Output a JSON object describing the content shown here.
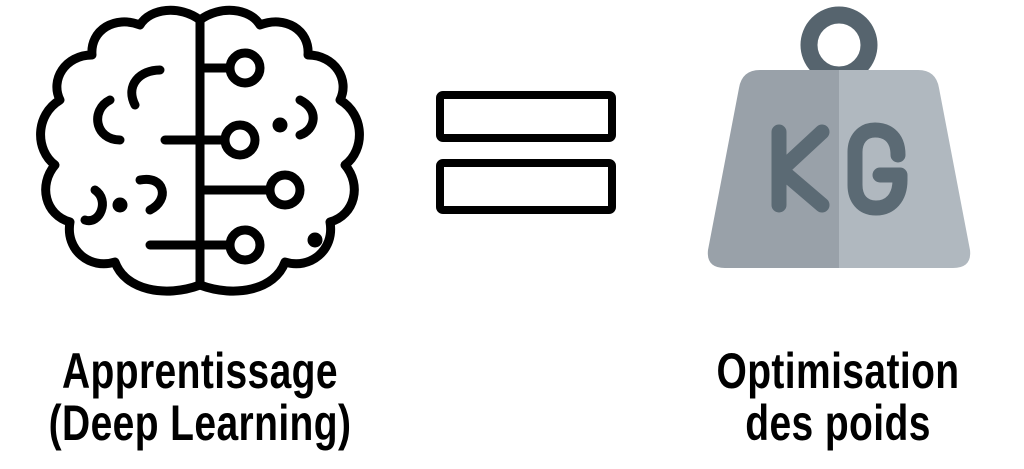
{
  "left": {
    "line1": "Apprentissage",
    "line2": "(Deep Learning)",
    "icon": "brain-circuit-icon"
  },
  "middle": {
    "icon": "equals-icon"
  },
  "right": {
    "line1": "Optimisation",
    "line2": "des poids",
    "icon": "kg-weight-icon",
    "weight_text": "KG"
  },
  "colors": {
    "weight_left": "#99a1a9",
    "weight_right": "#b0b8bf",
    "ring": "#56646e",
    "letters": "#5b6a74"
  }
}
